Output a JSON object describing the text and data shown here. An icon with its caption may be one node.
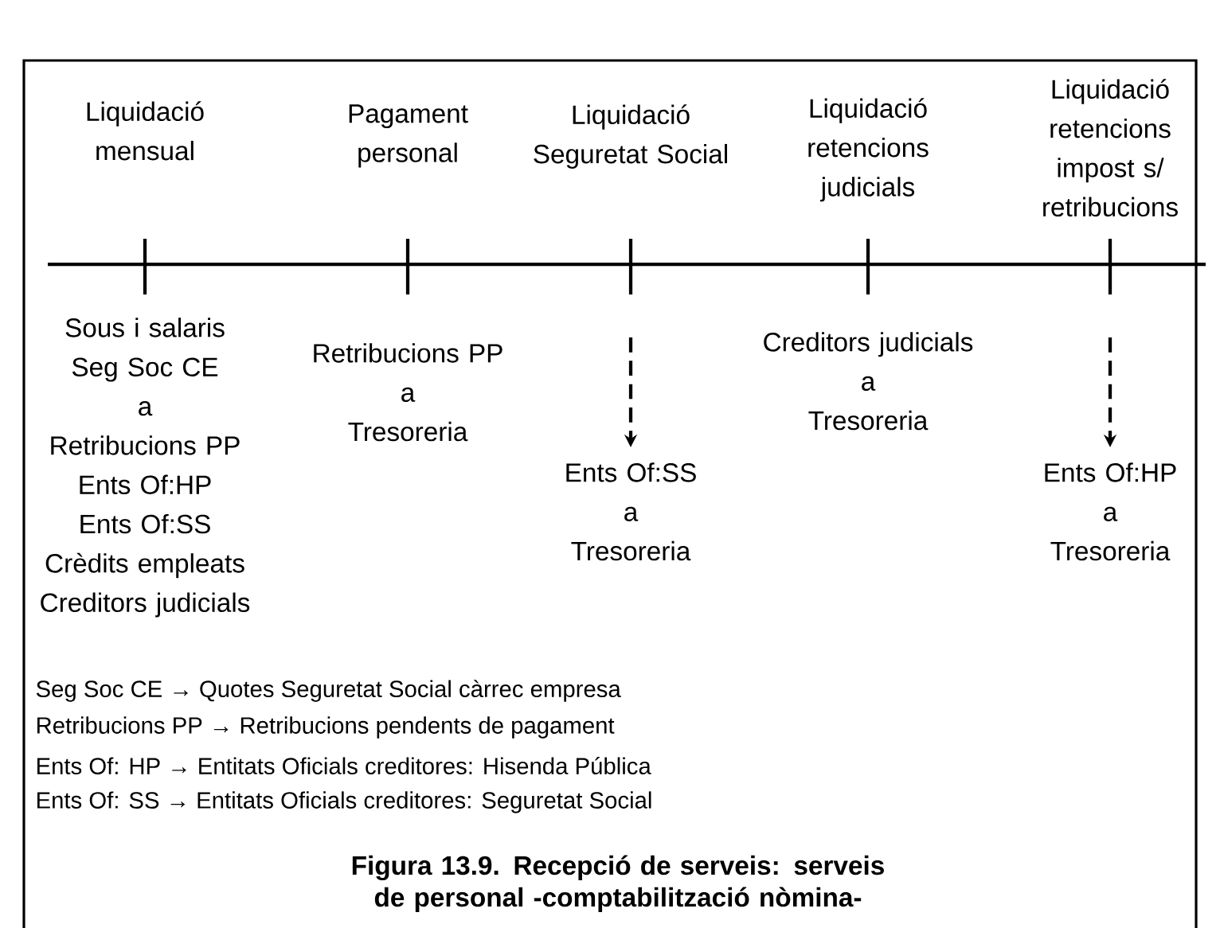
{
  "diagram": {
    "caption": "Figura 13.9. Recepció de serveis: serveis de personal -comptabilització nòmina-",
    "nodes": [
      {
        "text": [
          "Liquidació mensual"
        ]
      },
      {
        "text": [
          "Pagament personal"
        ]
      },
      {
        "text": [
          "Liquidació Seguretat Social"
        ]
      },
      {
        "text": [
          "Liquidació retencions judicials"
        ]
      },
      {
        "text": [
          "Liquidació retencions impost s/ retribucions"
        ]
      },
      {
        "text": [
          "Sous i salaris",
          "Seg Soc CE",
          "a",
          "Retribucions PP",
          "Ents Of:HP",
          "Ents Of:SS",
          "Crèdits empleats",
          "Creditors judicials"
        ]
      },
      {
        "text": [
          "Retribucions PP",
          "a",
          "Tresoreria"
        ]
      },
      {
        "text": [
          "Ents Of:SS",
          "a",
          "Tresoreria"
        ]
      },
      {
        "text": [
          "Creditors judicials",
          "a",
          "Tresoreria"
        ]
      },
      {
        "text": [
          "Ents Of:HP",
          "a",
          "Tresoreria"
        ]
      }
    ],
    "edges": [
      {
        "from": null,
        "to": 7,
        "arrow": "to",
        "style": "dashed"
      },
      {
        "from": null,
        "to": 9,
        "arrow": "to",
        "style": "dashed"
      }
    ],
    "labels": [
      "Seg Soc CE → Quotes Seguretat Social càrrec empresa",
      "Retribucions PP → Retribucions pendents de pagament",
      "Ents Of:  HP → Entitats Oficials creditores: Hisenda Pública",
      "Ents Of:  SS → Entitats Oficials creditores: Seguretat Social"
    ]
  }
}
